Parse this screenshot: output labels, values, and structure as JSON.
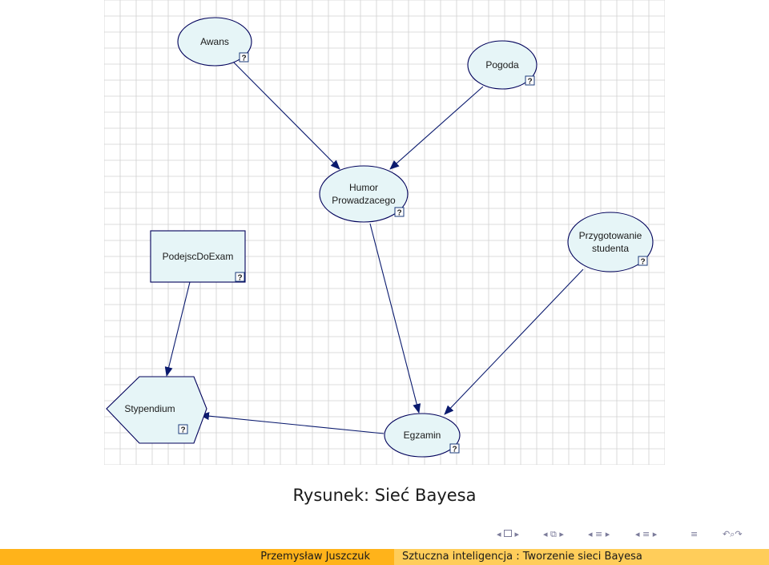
{
  "diagram": {
    "nodes": [
      {
        "id": "awans",
        "shape": "ellipse",
        "lines": [
          "Awans"
        ],
        "badge": "?"
      },
      {
        "id": "pogoda",
        "shape": "ellipse",
        "lines": [
          "Pogoda"
        ],
        "badge": "?"
      },
      {
        "id": "humor",
        "shape": "ellipse",
        "lines": [
          "Humor",
          "Prowadzacego"
        ],
        "badge": "?"
      },
      {
        "id": "przygotowanie",
        "shape": "ellipse",
        "lines": [
          "Przygotowanie",
          "studenta"
        ],
        "badge": "?"
      },
      {
        "id": "podejsc",
        "shape": "rectangle",
        "lines": [
          "PodejscDoExam"
        ],
        "badge": "?"
      },
      {
        "id": "stypendium",
        "shape": "hexagon",
        "lines": [
          "Stypendium"
        ],
        "badge": "?"
      },
      {
        "id": "egzamin",
        "shape": "ellipse",
        "lines": [
          "Egzamin"
        ],
        "badge": "?"
      }
    ],
    "edges": [
      {
        "from": "awans",
        "to": "humor"
      },
      {
        "from": "pogoda",
        "to": "humor"
      },
      {
        "from": "humor",
        "to": "egzamin"
      },
      {
        "from": "przygotowanie",
        "to": "egzamin"
      },
      {
        "from": "podejsc",
        "to": "stypendium"
      },
      {
        "from": "egzamin",
        "to": "stypendium"
      }
    ],
    "colors": {
      "node_fill": "#e6f5f7",
      "node_stroke": "#00005a",
      "edge": "#0a1a6e",
      "grid": "#d0d0d0"
    }
  },
  "figure": {
    "caption": "Rysunek: Sieć Bayesa"
  },
  "footer": {
    "author": "Przemysław Juszczuk",
    "title": "Sztuczna inteligencja : Tworzenie sieci Bayesa"
  },
  "nav_icons": [
    "frame-nav-icon",
    "subsection-nav-icon",
    "section-nav-icon",
    "appendix-nav-icon",
    "align-icon",
    "search-icon"
  ]
}
